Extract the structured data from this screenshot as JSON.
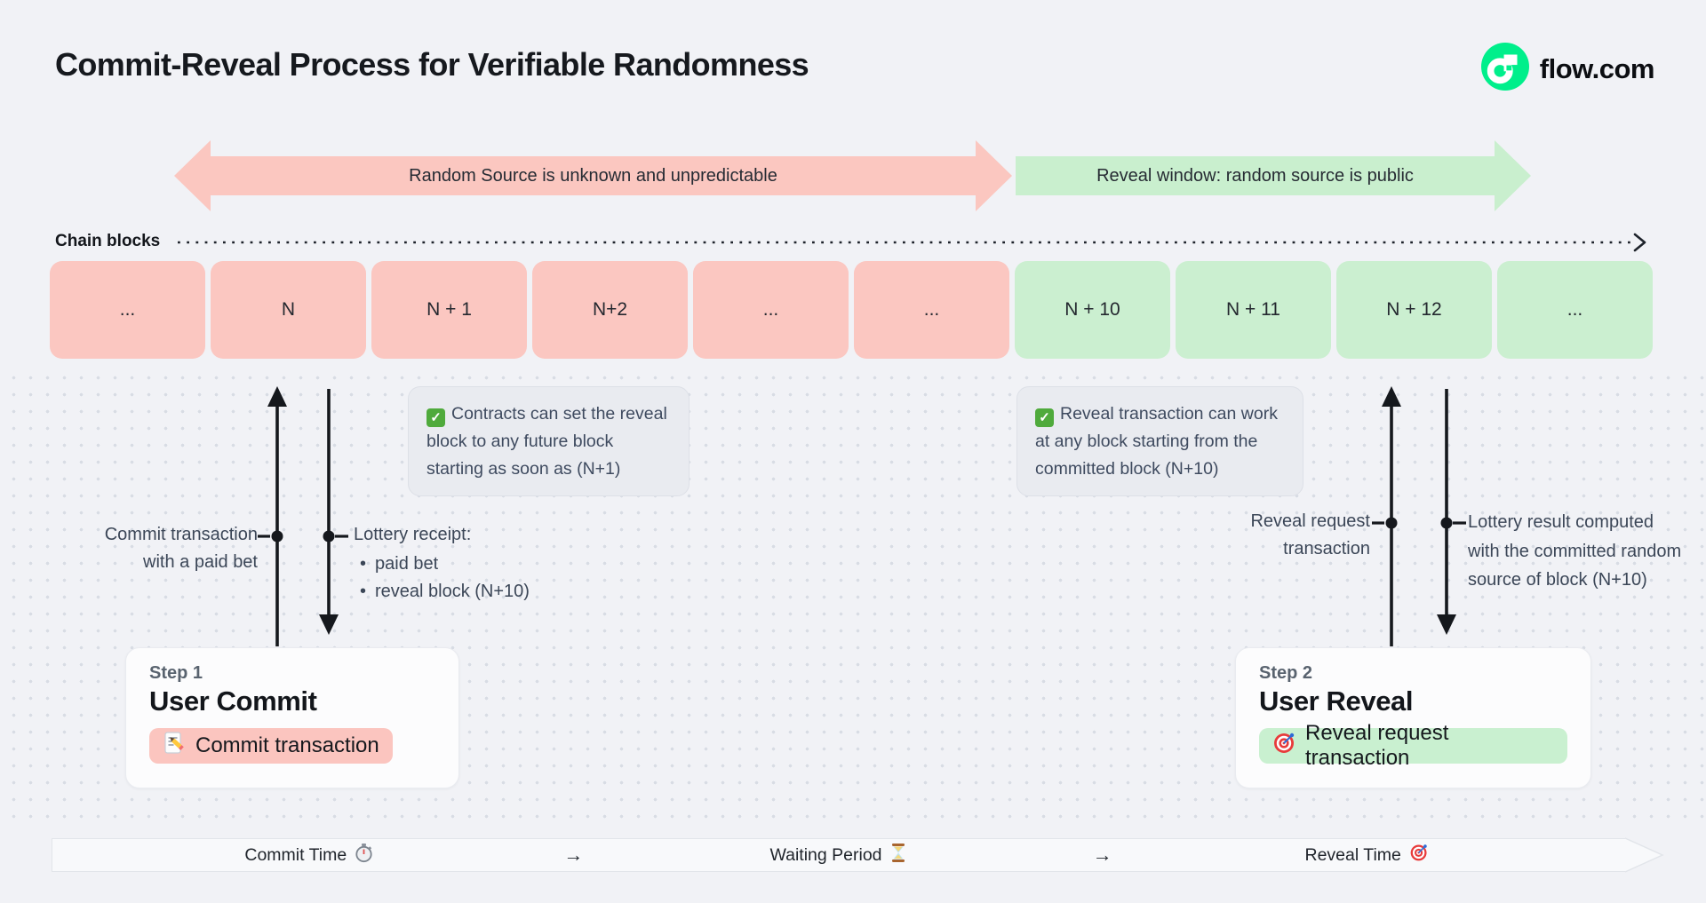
{
  "header": {
    "title": "Commit-Reveal Process for Verifiable Randomness",
    "brand": "flow.com",
    "brand_icon": "flow-logo-icon"
  },
  "phase_arrows": {
    "commit_phase": "Random Source is unknown and unpredictable",
    "reveal_phase": "Reveal window: random source is public"
  },
  "chain": {
    "label": "Chain blocks",
    "blocks": [
      {
        "label": "...",
        "phase": "commit"
      },
      {
        "label": "N",
        "phase": "commit"
      },
      {
        "label": "N + 1",
        "phase": "commit"
      },
      {
        "label": "N+2",
        "phase": "commit"
      },
      {
        "label": "...",
        "phase": "commit"
      },
      {
        "label": "...",
        "phase": "commit"
      },
      {
        "label": "N + 10",
        "phase": "reveal"
      },
      {
        "label": "N + 11",
        "phase": "reveal"
      },
      {
        "label": "N + 12",
        "phase": "reveal"
      },
      {
        "label": "...",
        "phase": "reveal"
      }
    ]
  },
  "notes": {
    "left": {
      "icon": "check-icon",
      "check_glyph": "✓",
      "text": "Contracts can set the reveal block to any future block starting as soon as (N+1)"
    },
    "right": {
      "icon": "check-icon",
      "check_glyph": "✓",
      "text": "Reveal transaction can work at any block starting from the committed block (N+10)"
    }
  },
  "annotations": {
    "commit_tx": "Commit transaction with a paid bet",
    "lottery_receipt": {
      "title": "Lottery receipt:",
      "items": [
        "paid bet",
        "reveal block (N+10)"
      ]
    },
    "reveal_request": "Reveal request transaction",
    "lottery_result": "Lottery result computed with the committed random source of block (N+10)"
  },
  "steps": [
    {
      "label": "Step 1",
      "title": "User Commit",
      "action": "Commit transaction",
      "icon": "memo-icon"
    },
    {
      "label": "Step 2",
      "title": "User Reveal",
      "action": "Reveal request transaction",
      "icon": "target-icon"
    }
  ],
  "timeline": {
    "items": [
      {
        "label": "Commit Time",
        "icon": "stopwatch-icon"
      },
      {
        "label": "Waiting Period",
        "icon": "hourglass-icon"
      },
      {
        "label": "Reveal Time",
        "icon": "target-icon"
      }
    ],
    "arrow": "→"
  },
  "colors": {
    "background": "#f1f2f6",
    "commit_pink": "#fbc7c0",
    "reveal_green": "#c9efce",
    "note_gray": "#e9ebf0",
    "flow_green": "#00ef8b",
    "ink": "#16191e",
    "annotation_ink": "#3b4657"
  }
}
